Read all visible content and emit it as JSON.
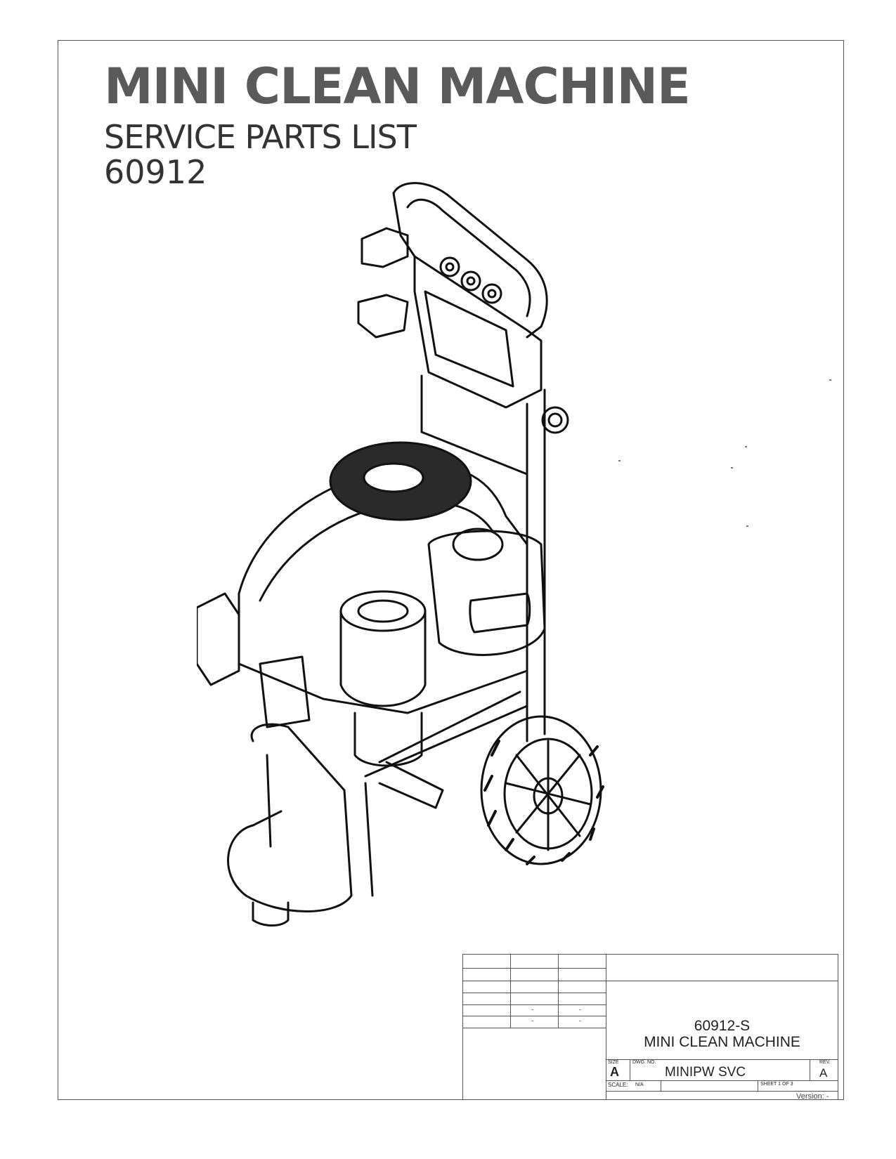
{
  "header": {
    "title": "MINI CLEAN MACHINE",
    "subtitle": "SERVICE PARTS LIST",
    "part_number": "60912"
  },
  "title_block": {
    "drawing_id": "60912-S",
    "drawing_title": "MINI CLEAN MACHINE",
    "size_label": "SIZE",
    "size_value": "A",
    "dwg_no_label": "DWG. NO.",
    "dwg_no_value": "MINIPW SVC",
    "rev_label": "REV.",
    "rev_value": "A",
    "scale_label": "SCALE:",
    "scale_value": "N/A",
    "sheet_label": "SHEET 1 OF 3",
    "version_label": "Version: -"
  },
  "revision_table": {
    "cells": [
      "-",
      "-",
      "-",
      "-"
    ]
  },
  "illustration": {
    "icon": "pressure-washer-exploded-view"
  }
}
